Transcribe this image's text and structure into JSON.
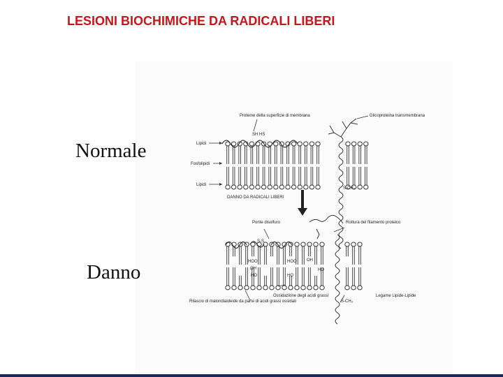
{
  "slide": {
    "title": "LESIONI BIOCHIMICHE DA RADICALI LIBERI",
    "label_normal": "Normale",
    "label_damage": "Danno"
  },
  "diagram": {
    "top": {
      "surface_proteins": "Proteine della superficie di membrana",
      "sh_groups": "SH HS",
      "glycoprotein": "Glicoproteina transmembrana",
      "lipids_top": "Lipidi",
      "phospholipids": "Fosfolipidi",
      "lipids_bottom": "Lipidi",
      "s_ch3": "S-CH₃",
      "damage_title": "DANNO DA RADICALI LIBERI"
    },
    "bottom": {
      "disulfide_bridge": "Ponte disolfuro",
      "ss": "S-S",
      "protein_filament": "Rottura del filamento proteico",
      "hoo_1": "HOO",
      "hoo_2": "HOO",
      "oh_1": "OH",
      "oh_2": "OH",
      "ho_1": "HO",
      "ho_2": "HO",
      "ho_3": "HO",
      "malondialdehyde": "Rilascio di malondialdeide da parte di acidi grassi ossidati",
      "fatty_acid_oxidation": "Ossidazione degli acidi grassi",
      "s_ch3": "S-CH₃",
      "lipid_link": "Legame Lipide-Lipide"
    }
  }
}
